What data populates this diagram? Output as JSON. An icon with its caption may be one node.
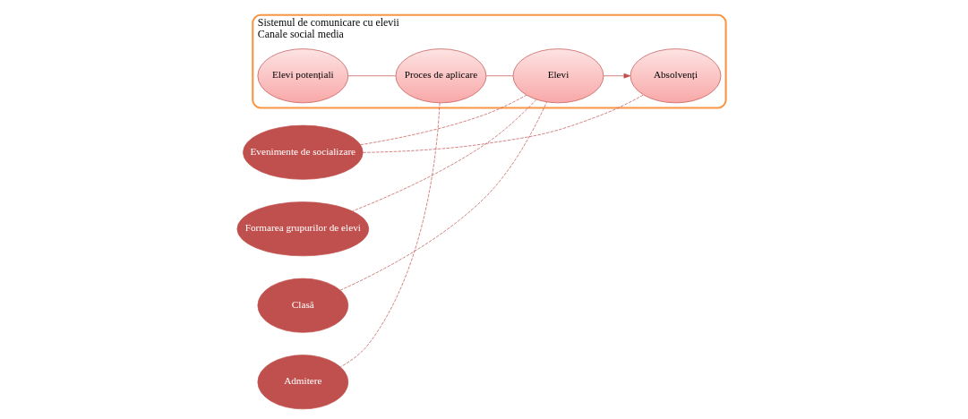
{
  "diagram": {
    "nodes": [
      {
        "text": [
          "Sistemul de comunicare cu elevii",
          "Canale social media"
        ]
      },
      {
        "text": [
          "Elevi potențiali"
        ],
        "in": 0
      },
      {
        "text": [
          "Proces de aplicare"
        ],
        "in": 0
      },
      {
        "text": [
          "Elevi"
        ],
        "in": 0
      },
      {
        "text": [
          "Absolvenți"
        ],
        "in": 0
      },
      {
        "text": [
          "Clasă"
        ]
      },
      {
        "text": [
          "Evenimente de socializare"
        ]
      },
      {
        "text": [
          "Admitere"
        ]
      },
      {
        "text": [
          "Formarea grupurilor de elevi"
        ]
      }
    ],
    "edges": [
      {
        "from": 1,
        "to": 2,
        "arrow": "none"
      },
      {
        "from": 2,
        "to": 3,
        "arrow": "none"
      },
      {
        "from": 3,
        "to": 4,
        "arrow": "to"
      },
      {
        "from": 5,
        "to": 3,
        "arrow": "none",
        "style": "dashed"
      },
      {
        "from": 6,
        "to": 3,
        "arrow": "none",
        "style": "dashed"
      },
      {
        "from": 6,
        "to": 4,
        "arrow": "none",
        "style": "dashed"
      },
      {
        "from": 2,
        "to": 7,
        "arrow": "none",
        "style": "dashed"
      },
      {
        "from": 3,
        "to": 8,
        "arrow": "none",
        "style": "dashed"
      }
    ]
  }
}
